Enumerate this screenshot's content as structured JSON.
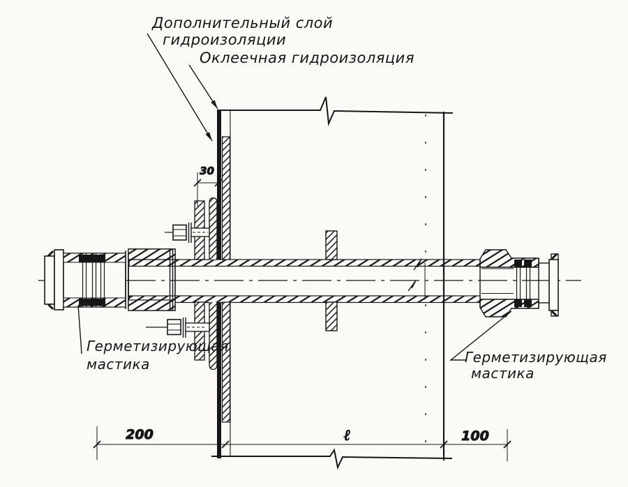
{
  "drawing": {
    "title": "Pipe penetration through wall with waterproofing (technical detail)",
    "callouts": {
      "additional_layer_line1": "Дополнительный слой",
      "additional_layer_line2": "гидроизоляции",
      "glued_waterproofing": "Оклеечная гидроизоляция",
      "mastic_left_line1": "Герметизирующая",
      "mastic_left_line2": "мастика",
      "mastic_right_line1": "Герметизирующая",
      "mastic_right_line2": "мастика"
    },
    "dimensions": {
      "gap": "30",
      "left_offset": "200",
      "wall_length": "ℓ",
      "right_offset": "100"
    },
    "colors": {
      "ink": "#161616",
      "paper": "#fbfaf7"
    }
  }
}
